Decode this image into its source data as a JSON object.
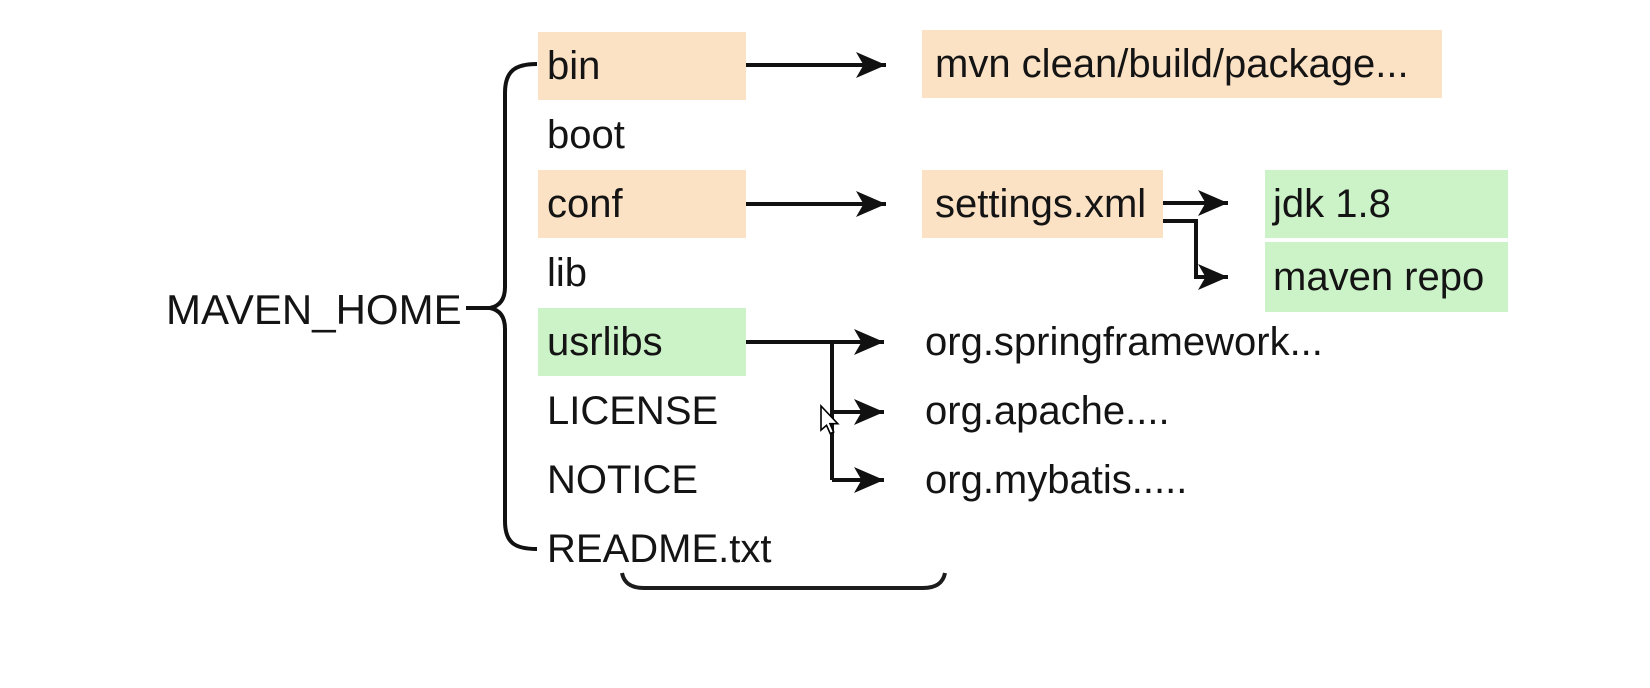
{
  "colors": {
    "orange": "#fce2c5",
    "green": "#ccf2c8",
    "line": "#111111",
    "text": "#141414",
    "background": "#ffffff"
  },
  "root": {
    "label": "MAVEN_HOME"
  },
  "tree": {
    "items": [
      {
        "label": "bin",
        "highlight": "orange",
        "target": {
          "label": "mvn clean/build/package...",
          "highlight": "orange"
        }
      },
      {
        "label": "boot"
      },
      {
        "label": "conf",
        "highlight": "orange",
        "target": {
          "label": "settings.xml",
          "highlight": "orange",
          "children": [
            {
              "label": "jdk 1.8",
              "highlight": "green"
            },
            {
              "label": "maven repo",
              "highlight": "green"
            }
          ]
        }
      },
      {
        "label": "lib"
      },
      {
        "label": "usrlibs",
        "highlight": "green",
        "children": [
          {
            "label": "org.springframework..."
          },
          {
            "label": "org.apache...."
          },
          {
            "label": "org.mybatis....."
          }
        ]
      },
      {
        "label": "LICENSE"
      },
      {
        "label": "NOTICE"
      },
      {
        "label": "README.txt"
      }
    ]
  }
}
